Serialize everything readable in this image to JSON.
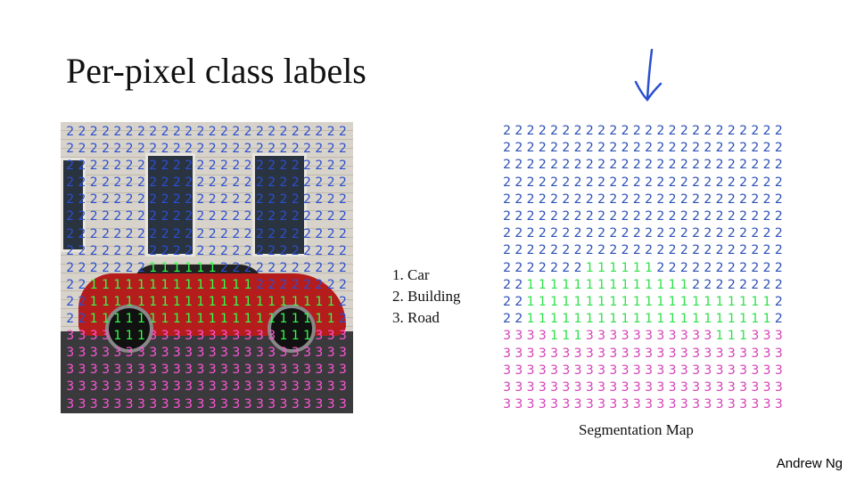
{
  "title": "Per-pixel class labels",
  "legend": [
    "1. Car",
    "2. Building",
    "3. Road"
  ],
  "caption": "Segmentation Map",
  "author": "Andrew Ng",
  "colors": {
    "car": "#2ee04a",
    "building": "#2b4fb5",
    "road": "#d43fb5",
    "arrow": "#2a4fd0"
  },
  "segmentation_map": [
    "222222222222222222222222",
    "222222222222222222222222",
    "222222222222222222222222",
    "222222222222222222222222",
    "222222222222222222222222",
    "222222222222222222222222",
    "222222222222222222222222",
    "222222222222222222222222",
    "222222211111122222222222",
    "221111111111111122222222",
    "221111111111111111111112",
    "221111111111111111111112",
    "333311133333333333111333",
    "333333333333333333333333",
    "333333333333333333333333",
    "333333333333333333333333",
    "333333333333333333333333"
  ]
}
